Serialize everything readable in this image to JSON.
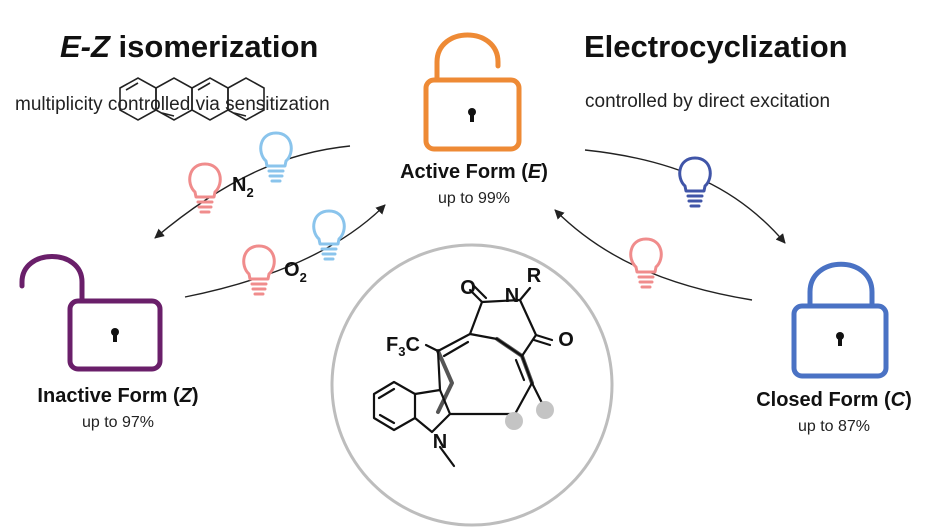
{
  "headings": {
    "ez_prefix": "E-Z",
    "ez_rest": " isomerization",
    "electro": "Electrocyclization"
  },
  "subtitles": {
    "ez": "multiplicity controlled via sensitization",
    "electro": "controlled by direct excitation"
  },
  "forms": {
    "active": {
      "name": "Active Form (",
      "letter": "E",
      "close": ")",
      "yield": "up to 99%",
      "color": "#ee8a35"
    },
    "inactive": {
      "name": "Inactive Form (",
      "letter": "Z",
      "close": ")",
      "yield": "up to 97%",
      "color": "#6a1f6a"
    },
    "closed": {
      "name": "Closed Form (",
      "letter": "C",
      "close": ")",
      "yield": "up to 87%",
      "color": "#4a72c4"
    }
  },
  "gases": {
    "n2": {
      "symbol": "N",
      "subscript": "2"
    },
    "o2": {
      "symbol": "O",
      "subscript": "2"
    }
  },
  "molecule": {
    "cf3": "F",
    "cf3_sub": "3",
    "cf3_c": "C",
    "o_top": "O",
    "o_right": "O",
    "n_imide": "N",
    "r_group": "R",
    "n_indole": "N"
  },
  "colors": {
    "bulb_red": "#f08c8c",
    "bulb_light_blue": "#8ac4ec",
    "bulb_dark_blue": "#4055a8",
    "circle_outline": "#bdbdbd",
    "highlight_dot": "#c4c4c4"
  },
  "icons": [
    "lock-open-icon",
    "lock-open-icon",
    "lock-closed-icon",
    "light-bulb-icon",
    "anthracene-sensitizer"
  ]
}
